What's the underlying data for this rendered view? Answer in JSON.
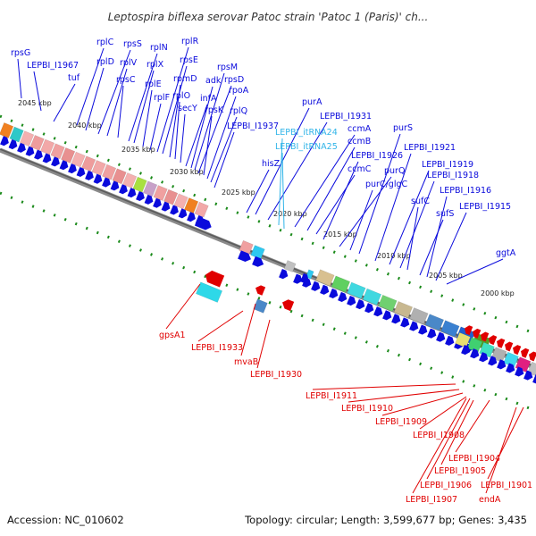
{
  "title": "Leptospira biflexa serovar Patoc strain 'Patoc 1 (Paris)' ch...",
  "footer": {
    "accession": "Accession: NC_010602",
    "summary": "Topology: circular; Length: 3,599,677 bp; Genes: 3,435"
  },
  "colors": {
    "forward_gene": "#0a0adc",
    "reverse_gene": "#e00000",
    "rna_gene": "#2fb4e8",
    "backbone": "#7a7a7a",
    "ruler": "#1a8a1a"
  },
  "scale_ticks": [
    "2045 kbp",
    "2040 kbp",
    "2035 kbp",
    "2030 kbp",
    "2025 kbp",
    "2020 kbp",
    "2015 kbp",
    "2010 kbp",
    "2005 kbp",
    "2000 kbp"
  ],
  "genes_top": [
    "rpsG",
    "LEPBI_I1967",
    "tuf",
    "rplC",
    "rplD",
    "rpsS",
    "rplV",
    "rpsC",
    "rplN",
    "rplX",
    "rplE",
    "rplF",
    "rplR",
    "rpsE",
    "rpmD",
    "rplO",
    "secY",
    "infA",
    "adk",
    "rpsM",
    "rpsD",
    "rpsK",
    "rpoA",
    "rplQ",
    "LEPBI_I1937",
    "hisZ",
    "purA",
    "LEPBI_I1931",
    "LEPBI_itRNA24",
    "LEPBI_itRNA25",
    "ccmA",
    "ccmB",
    "ccmC",
    "LEPBI_I1926",
    "purQ",
    "purC/glgC",
    "purS",
    "LEPBI_I1921",
    "LEPBI_I1919",
    "LEPBI_I1918",
    "sufC",
    "sufS",
    "LEPBI_I1916",
    "LEPBI_I1915",
    "ggtA"
  ],
  "genes_bottom": [
    "gpsA1",
    "LEPBI_I1933",
    "mvaB",
    "LEPBI_I1930",
    "LEPBI_I1911",
    "LEPBI_I1910",
    "LEPBI_I1909",
    "LEPBI_I1908",
    "LEPBI_I1904",
    "LEPBI_I1905",
    "LEPBI_I1906",
    "LEPBI_I1907",
    "LEPBI_I1901",
    "endA"
  ]
}
